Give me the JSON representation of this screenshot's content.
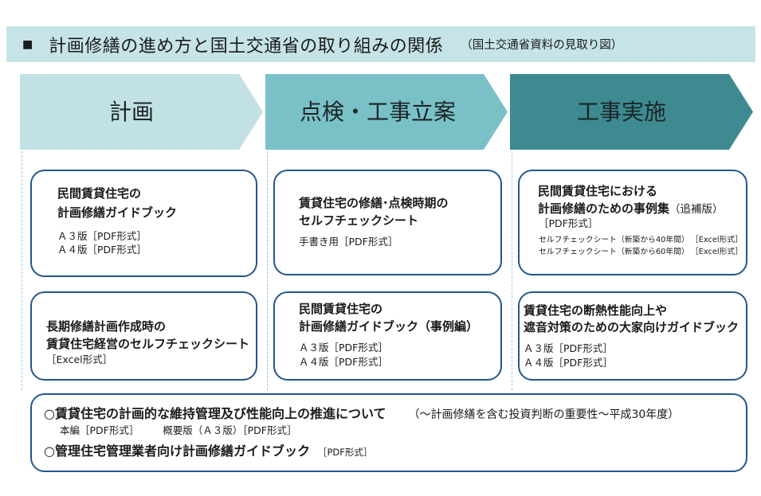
{
  "theme": {
    "header_bg": "#c6e4e7",
    "box_border": "#24578a",
    "guide_line": "#9fcbd8",
    "text": "#1a1a1a"
  },
  "header": {
    "bullet": "■",
    "title": "計画修繕の進め方と国土交通省の取り組みの関係",
    "subtitle": "（国土交通省資料の見取り図）"
  },
  "stages": [
    {
      "label": "計画",
      "color": "#c2e1e4"
    },
    {
      "label": "点検・工事立案",
      "color": "#7ac1c7"
    },
    {
      "label": "工事実施",
      "color": "#3d8b91"
    }
  ],
  "columns": [
    {
      "boxes": [
        {
          "title": [
            "民間賃貸住宅の",
            "計画修繕ガイドブック"
          ],
          "links": [
            "Ａ３版［PDF形式］",
            "Ａ４版［PDF形式］"
          ]
        },
        {
          "title": [
            "長期修繕計画作成時の",
            "賃貸住宅経営のセルフチェックシート"
          ],
          "links": [
            "［Excel形式］"
          ]
        }
      ]
    },
    {
      "boxes": [
        {
          "title": [
            "賃貸住宅の修繕･点検時期の",
            "セルフチェックシート"
          ],
          "links": [
            "手書き用［PDF形式］"
          ]
        },
        {
          "title": [
            "民間賃貸住宅の",
            "計画修繕ガイドブック（事例編）"
          ],
          "links": [
            "Ａ３版［PDF形式］",
            "Ａ４版［PDF形式］"
          ]
        }
      ]
    },
    {
      "boxes": [
        {
          "title": [
            "民間賃貸住宅における",
            "計画修繕のための事例集"
          ],
          "title_note": "（追補版）",
          "links": [
            "［PDF形式］"
          ],
          "sheets": [
            {
              "label": "セルフチェックシート（新築から40年間）",
              "format": "［Excel形式］"
            },
            {
              "label": "セルフチェックシート（新築から60年間）",
              "format": "［Excel形式］"
            }
          ]
        },
        {
          "title": [
            "賃貸住宅の断熱性能向上や",
            "遮音対策のための大家向けガイドブック"
          ],
          "links": [
            "Ａ３版［PDF形式］",
            "Ａ４版［PDF形式］"
          ]
        }
      ]
    }
  ],
  "related": {
    "items": [
      {
        "title": "○賃貸住宅の計画的な維持管理及び性能向上の推進について",
        "note": "（～計画修繕を含む投資判断の重要性～平成30年度）",
        "links": [
          "本編［PDF形式］",
          "概要版（Ａ３版）［PDF形式］"
        ]
      },
      {
        "title": "○管理住宅管理業者向け計画修繕ガイドブック",
        "format": "［PDF形式］"
      }
    ]
  }
}
